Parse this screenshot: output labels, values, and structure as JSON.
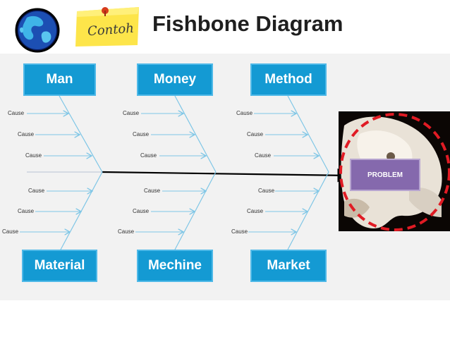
{
  "header": {
    "title": "Fishbone Diagram",
    "note_label": "Contoh"
  },
  "categories": {
    "man": "Man",
    "money": "Money",
    "method": "Method",
    "material": "Material",
    "mechine": "Mechine",
    "market": "Market"
  },
  "cause_label": "Cause",
  "problem_label": "PROBLEM",
  "colors": {
    "category_fill": "#149ad3",
    "problem_fill": "#8569ad",
    "bone_line": "#7fc6e6",
    "spine": "#000000",
    "highlight_ring": "#e01b24"
  }
}
